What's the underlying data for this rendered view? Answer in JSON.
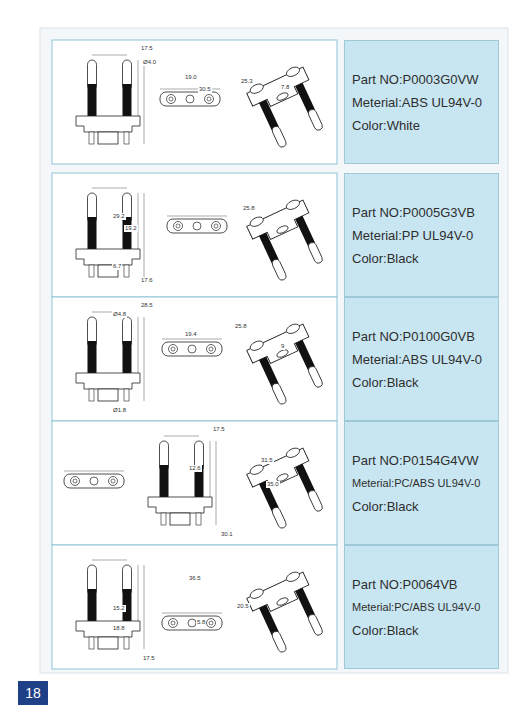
{
  "diagram": {
    "nodes": [
      {
        "text": [
          "Part NO:P0003G0VW",
          "Meterial:ABS UL94V-0",
          "Color:White"
        ]
      },
      {
        "text": [
          "Part NO:P0005G3VB",
          "Meterial:PP UL94V-0",
          "Color:Black"
        ]
      },
      {
        "text": [
          "Part NO:P0100G0VB",
          "Meterial:ABS UL94V-0",
          "Color:Black"
        ]
      },
      {
        "text": [
          "Part NO:P0154G4VW",
          "Meterial:PC/ABS UL94V-0",
          "Color:Black"
        ]
      },
      {
        "text": [
          "Part NO:P0064VB",
          "Meterial:PC/ABS UL94V-0",
          "Color:Black"
        ]
      },
      {
        "text": [
          "18"
        ]
      }
    ],
    "labels": [
      "17.5",
      "Ø4.0",
      "19.0",
      "30.5",
      "25.3",
      "7.8",
      "29.2",
      "19.2",
      "6.7",
      "17.6",
      "25.8",
      "28.5",
      "Ø4.8",
      "19.4",
      "Ø1.8",
      "25.8",
      "9",
      "17.5",
      "31.5",
      "35.0",
      "30.1",
      "12.6",
      "36.5",
      "15.2",
      "18.8",
      "17.5",
      "20.5",
      "5.8"
    ]
  }
}
